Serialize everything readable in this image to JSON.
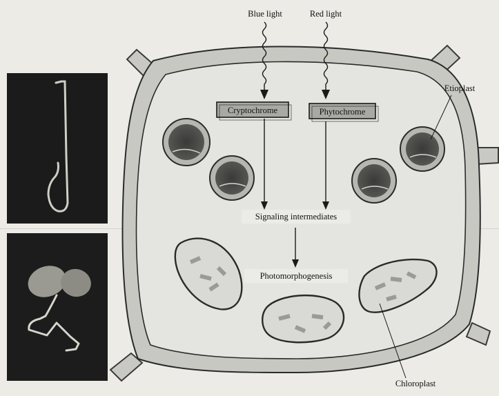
{
  "diagram": {
    "light_inputs": [
      {
        "id": "blue",
        "label": "Blue light"
      },
      {
        "id": "red",
        "label": "Red light"
      }
    ],
    "photoreceptors": [
      {
        "id": "cryptochrome",
        "label": "Cryptochrome"
      },
      {
        "id": "phytochrome",
        "label": "Phytochrome"
      }
    ],
    "pathway": {
      "intermediates": "Signaling intermediates",
      "outcome": "Photomorphogenesis"
    },
    "organelle_labels": {
      "etioplast": "Etioplast",
      "chloroplast": "Chloroplast"
    }
  },
  "photos": [
    {
      "id": "top",
      "subject": "dark-grown seedling with apical hook"
    },
    {
      "id": "bottom",
      "subject": "light-grown seedling with expanded cotyledons"
    }
  ],
  "colors": {
    "cell_wall": "#c9c9c4",
    "cytoplasm": "#e6e6e2",
    "plastid_dark": "#4a4a48",
    "photo_bg": "#1c1c1c",
    "ink": "#1a1a1a"
  }
}
